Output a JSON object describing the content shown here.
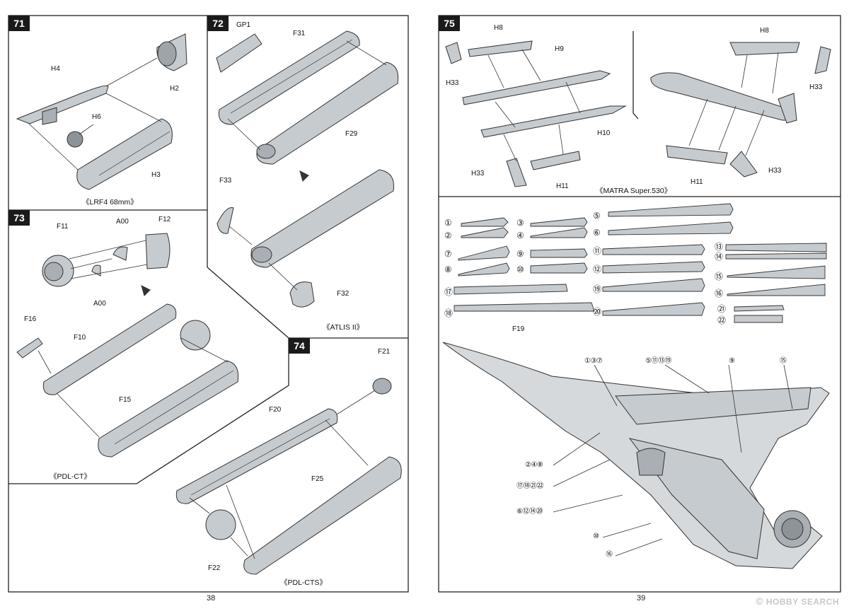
{
  "pages": {
    "left": "38",
    "right": "39"
  },
  "steps": {
    "s71": {
      "num": "71",
      "caption": "《LRF4 68mm》",
      "parts": {
        "h4": "H4",
        "h2": "H2",
        "h6": "H6",
        "h3": "H3"
      }
    },
    "s72": {
      "num": "72",
      "caption": "《ATLIS II》",
      "parts": {
        "gp1": "GP1",
        "f31": "F31",
        "f29": "F29",
        "f33": "F33",
        "f32": "F32"
      }
    },
    "s73": {
      "num": "73",
      "caption": "《PDL-CT》",
      "parts": {
        "f11": "F11",
        "a00a": "A00",
        "f12": "F12",
        "a00b": "A00",
        "f16": "F16",
        "f10": "F10",
        "f15": "F15"
      }
    },
    "s74": {
      "num": "74",
      "caption": "《PDL-CTS》",
      "parts": {
        "f21": "F21",
        "f20": "F20",
        "f25": "F25",
        "f22": "F22"
      }
    },
    "s75": {
      "num": "75",
      "caption": "《MATRA Super.530》",
      "parts": {
        "h8a": "H8",
        "h9": "H9",
        "h33a": "H33",
        "h10": "H10",
        "h33b": "H33",
        "h11a": "H11",
        "h8b": "H8",
        "h33c": "H33",
        "h11b": "H11",
        "h33d": "H33"
      }
    }
  },
  "pylons": {
    "markers": [
      "①",
      "②",
      "③",
      "④",
      "⑤",
      "⑥",
      "⑦",
      "⑧",
      "⑨",
      "⑩",
      "⑪",
      "⑫",
      "⑬",
      "⑭",
      "⑮",
      "⑯",
      "⑰",
      "⑱",
      "⑲",
      "⑳",
      "㉑",
      "㉒"
    ],
    "f19": "F19"
  },
  "callouts": {
    "c137": "①③⑦",
    "c51113": "⑤⑪⑬⑲",
    "c9": "⑨",
    "c15": "⑮",
    "c248": "②④⑧",
    "c17": "⑰⑱㉑㉒",
    "c6": "⑥⑫⑭⑳",
    "c10": "⑩",
    "c16": "⑯"
  },
  "watermark": {
    "prefix": "©",
    "brand": "HOBBY SEARCH"
  }
}
